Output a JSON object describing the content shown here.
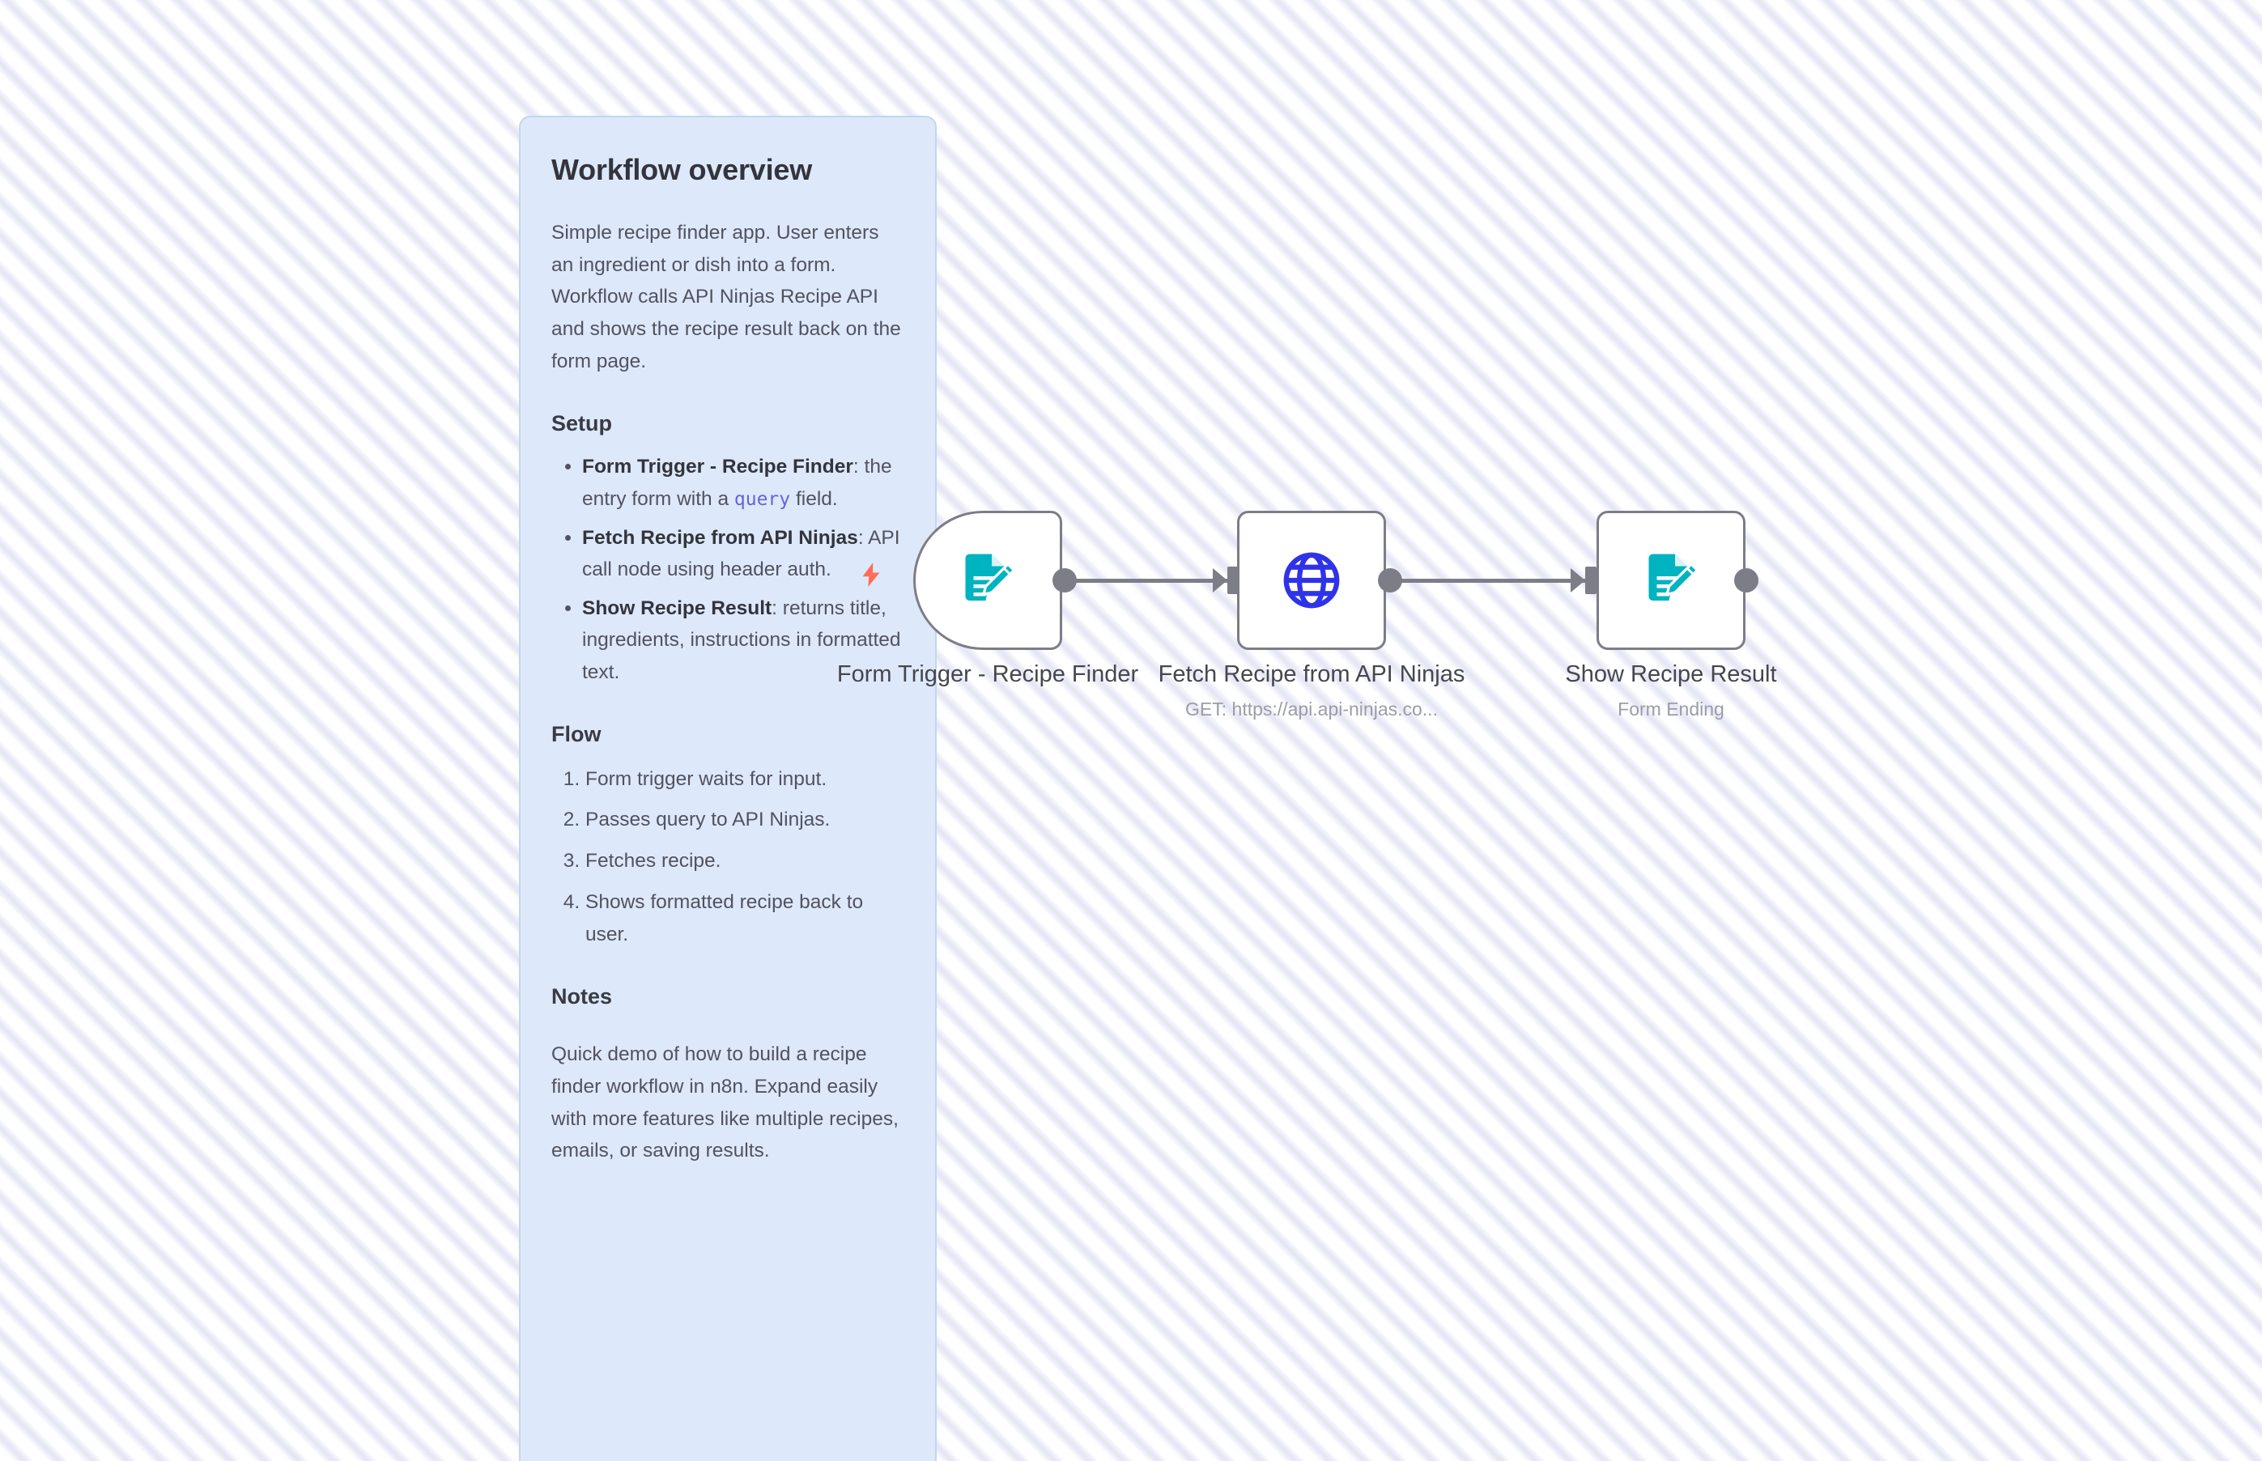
{
  "canvas": {
    "background_color": "#fbfbfe",
    "stripe_color": "#e7e8f5"
  },
  "sticky_note": {
    "title": "Workflow overview",
    "background_color": "#dde9fa",
    "border_color": "#c3d6ee",
    "intro": "Simple recipe finder app. User enters an ingredient or dish into a form. Workflow calls API Ninjas Recipe API and shows the recipe result back on the form page.",
    "setup_heading": "Setup",
    "setup_items": [
      {
        "name": "Form Trigger - Recipe Finder",
        "sep": ": ",
        "text_before_code": "the entry form with a ",
        "code": "query",
        "text_after_code": " field."
      },
      {
        "name": "Fetch Recipe from API Ninjas",
        "sep": ": ",
        "text_before_code": "API call node using header auth.",
        "code": "",
        "text_after_code": ""
      },
      {
        "name": "Show Recipe Result",
        "sep": ": ",
        "text_before_code": "returns title, ingredients, instructions in formatted text.",
        "code": "",
        "text_after_code": ""
      }
    ],
    "flow_heading": "Flow",
    "flow_items": [
      "Form trigger waits for input.",
      "Passes query to API Ninjas.",
      "Fetches recipe.",
      "Shows formatted recipe back to user."
    ],
    "notes_heading": "Notes",
    "notes_text": "Quick demo of how to build a recipe finder workflow in n8n. Expand easily with more features like multiple recipes, emails, or saving results."
  },
  "workflow": {
    "connector_color": "#7d7d88",
    "nodes": [
      {
        "id": "form-trigger",
        "title": "Form Trigger - Recipe Finder",
        "subtitle": "",
        "icon": "form-document-pencil-icon",
        "icon_color": "#00b3c0",
        "shape": "trigger",
        "badge": "lightning-bolt-icon",
        "badge_color": "#ff6d5a"
      },
      {
        "id": "fetch-recipe",
        "title": "Fetch Recipe from API Ninjas",
        "subtitle": "GET: https://api.api-ninjas.co...",
        "icon": "globe-icon",
        "icon_color": "#2f33e8",
        "shape": "rect",
        "badge": "",
        "badge_color": ""
      },
      {
        "id": "show-result",
        "title": "Show Recipe Result",
        "subtitle": "Form Ending",
        "icon": "form-document-pencil-icon",
        "icon_color": "#00b3c0",
        "shape": "rect",
        "badge": "",
        "badge_color": ""
      }
    ]
  }
}
